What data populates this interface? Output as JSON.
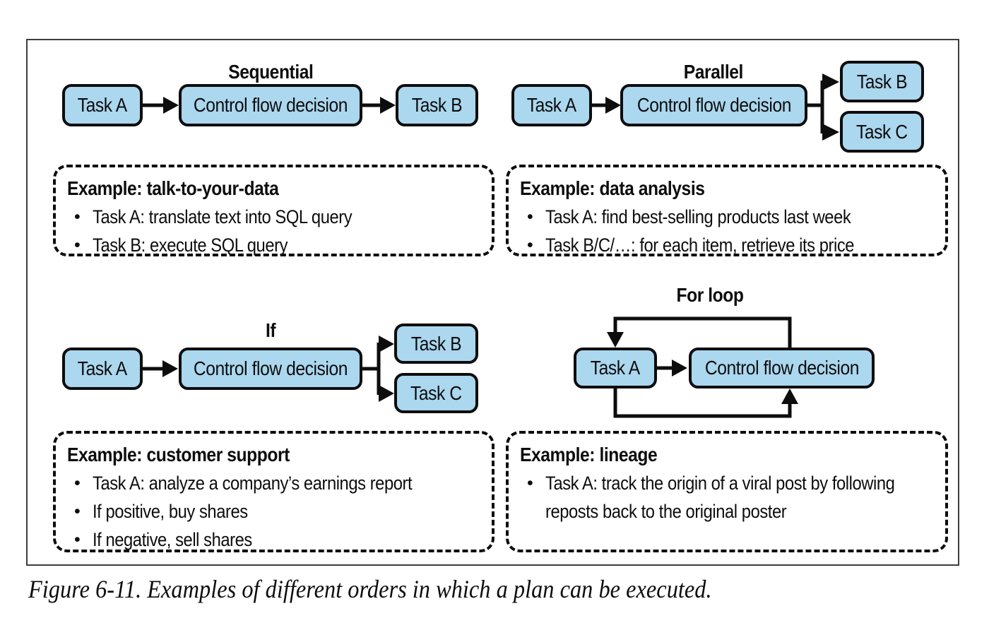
{
  "bullet_char": "•",
  "colors": {
    "node_fill": "#abd7ef",
    "ink": "#0d0d0d",
    "frame_border": "#3d3d3d"
  },
  "caption": "Figure 6-11. Examples of different orders in which a plan can be executed.",
  "sections": {
    "sequential": {
      "title": "Sequential",
      "task_a": "Task A",
      "control": "Control flow decision",
      "task_b": "Task B",
      "example_title": "Example: talk-to-your-data",
      "bullets": [
        "Task A: translate text into SQL query",
        "Task B: execute SQL query"
      ]
    },
    "parallel": {
      "title": "Parallel",
      "task_a": "Task A",
      "control": "Control flow decision",
      "task_b": "Task B",
      "task_c": "Task C",
      "example_title": "Example: data analysis",
      "bullets": [
        "Task A: find best-selling products last week",
        "Task B/C/…: for each item, retrieve its price"
      ]
    },
    "if_branch": {
      "title": "If",
      "task_a": "Task A",
      "control": "Control flow decision",
      "task_b": "Task B",
      "task_c": "Task C",
      "example_title": "Example: customer support",
      "bullets": [
        "Task A: analyze a company’s earnings report",
        "If positive, buy shares",
        "If negative, sell shares"
      ]
    },
    "for_loop": {
      "title": "For loop",
      "task_a": "Task A",
      "control": "Control flow decision",
      "example_title": "Example: lineage",
      "bullets": [
        "Task A: track the origin of a viral post by following\nreposts back to the original poster"
      ]
    }
  }
}
